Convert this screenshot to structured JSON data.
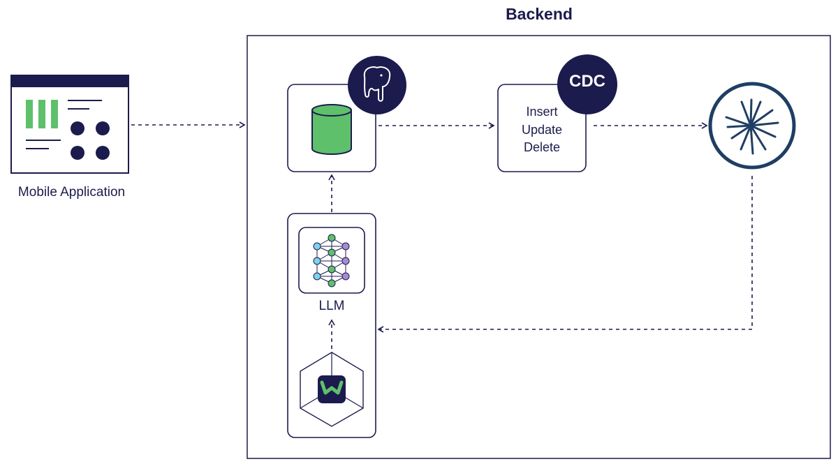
{
  "backend": {
    "title": "Backend"
  },
  "mobile_app": {
    "label": "Mobile Application"
  },
  "cdc": {
    "badge": "CDC",
    "operations": [
      "Insert",
      "Update",
      "Delete"
    ]
  },
  "llm": {
    "label": "LLM"
  },
  "icons": {
    "mobile_app": "mobile-app-window-icon",
    "database": "database-cylinder-icon",
    "postgres": "postgresql-elephant-icon",
    "stream": "kafka-stream-logo-icon",
    "llm": "neural-network-icon",
    "vector_db": "hexagon-logo-icon"
  },
  "colors": {
    "navy": "#1c1b4d",
    "green": "#5fc06b",
    "light_blue": "#7dd3ee",
    "purple": "#a68ad6",
    "logo_blue": "#1f3e64"
  }
}
